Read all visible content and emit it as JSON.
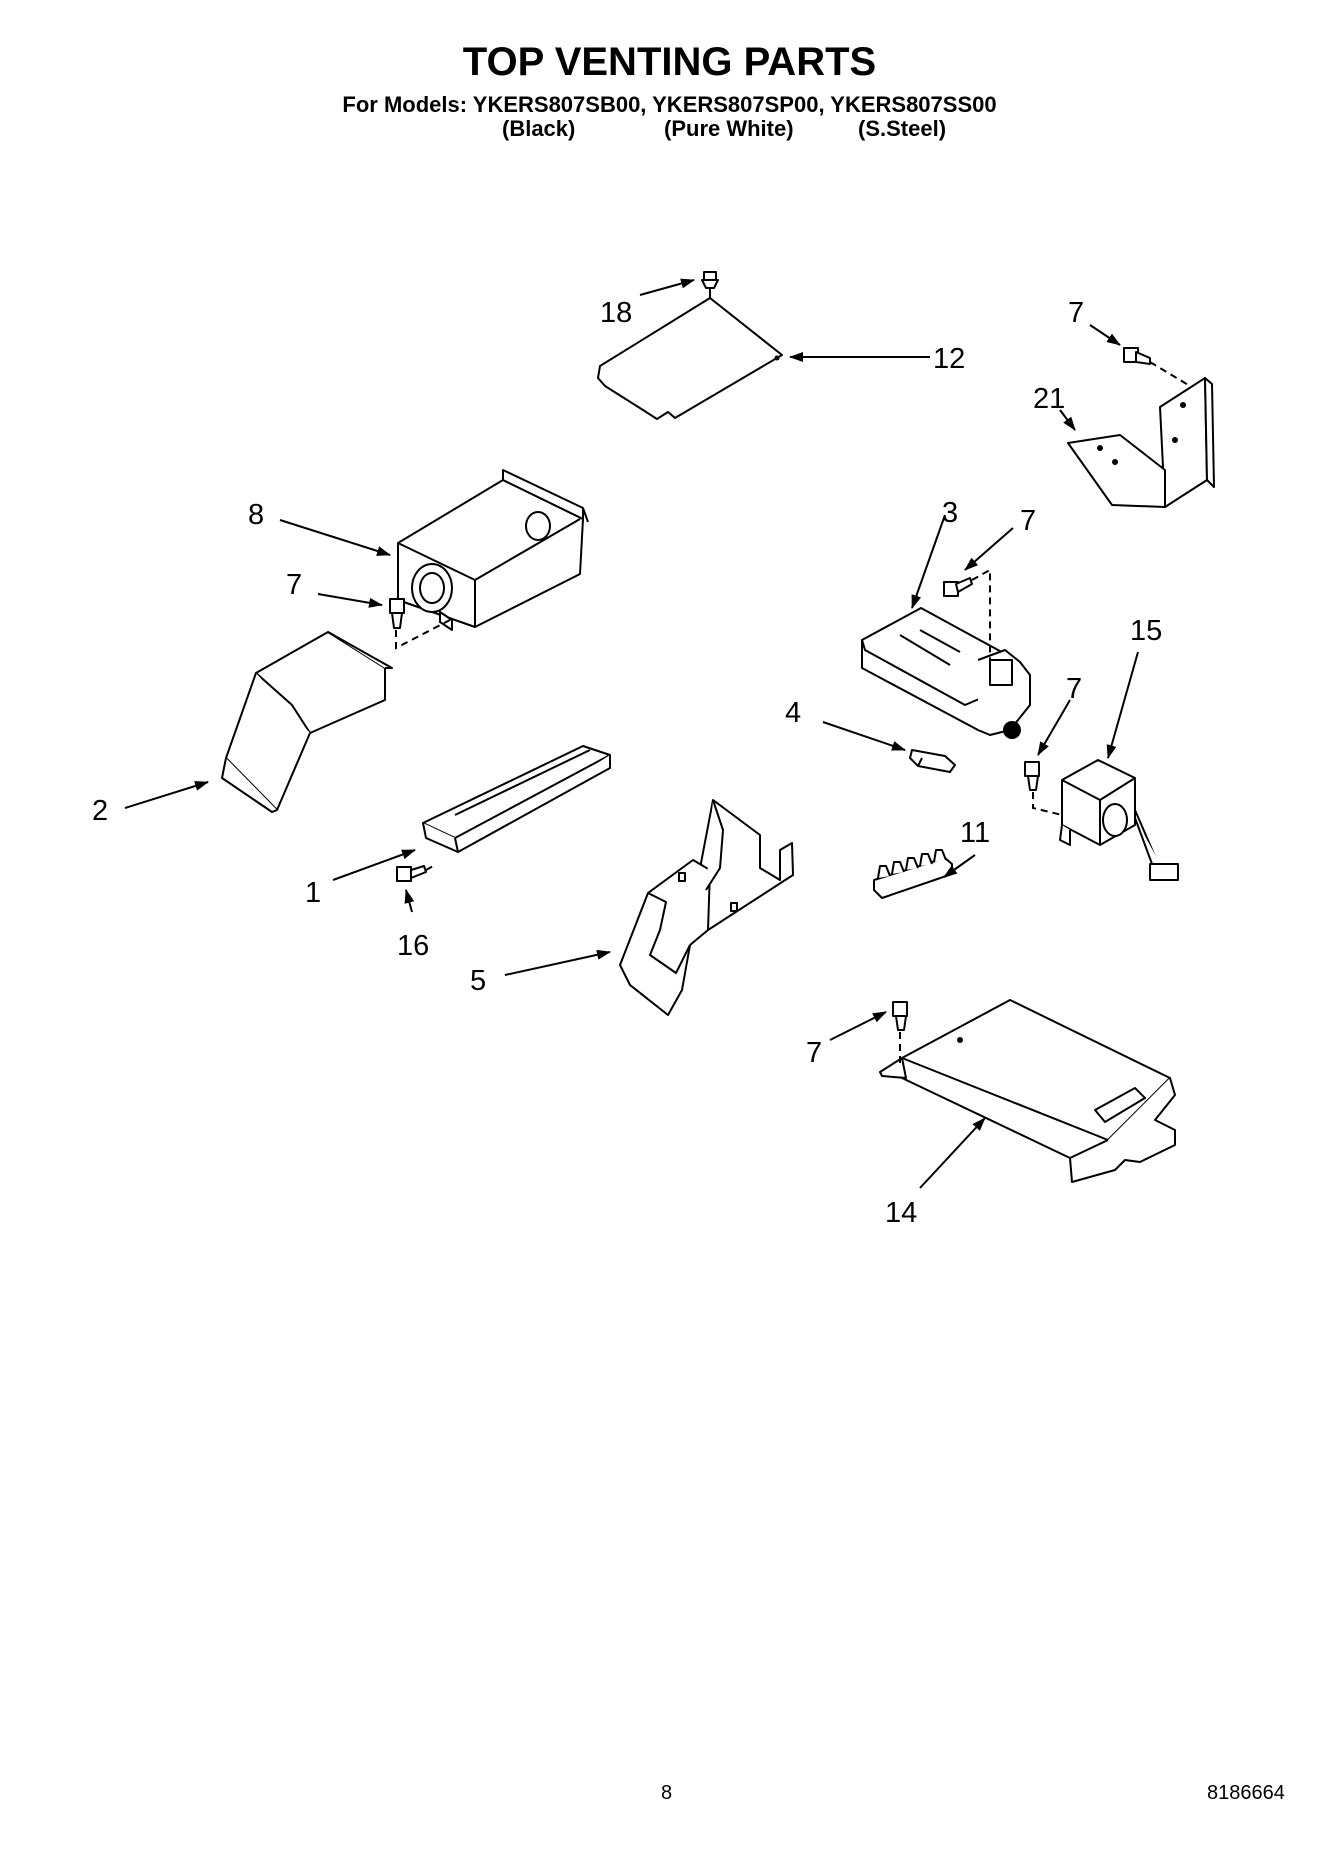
{
  "header": {
    "title": "TOP VENTING PARTS",
    "models_line": "For Models: YKERS807SB00, YKERS807SP00, YKERS807SS00",
    "color_black": "(Black)",
    "color_white": "(Pure White)",
    "color_steel": "(S.Steel)"
  },
  "callouts": {
    "c18": "18",
    "c12": "12",
    "c7a": "7",
    "c21": "21",
    "c8": "8",
    "c7b": "7",
    "c3": "3",
    "c7c": "7",
    "c15": "15",
    "c4": "4",
    "c7d": "7",
    "c2": "2",
    "c11": "11",
    "c1": "1",
    "c16": "16",
    "c5": "5",
    "c7e": "7",
    "c14": "14"
  },
  "footer": {
    "page_number": "8",
    "doc_number": "8186664"
  }
}
